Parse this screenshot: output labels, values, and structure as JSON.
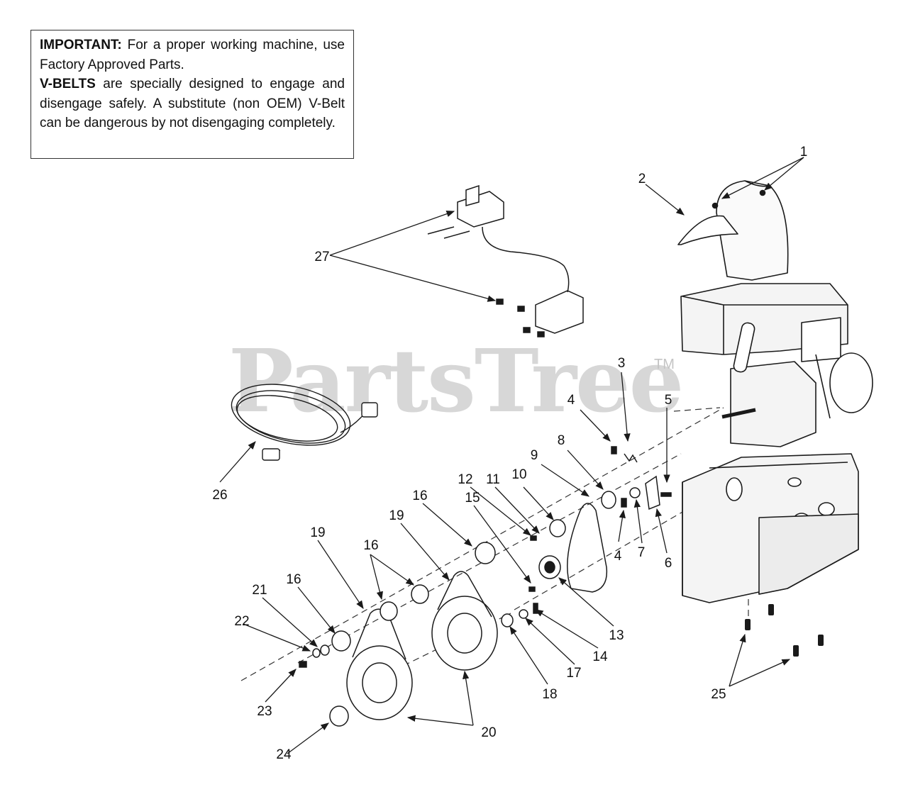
{
  "notice": {
    "important_label": "IMPORTANT:",
    "important_text": " For a proper working machine, use Factory Approved Parts.",
    "vbelts_label": "V-BELTS",
    "vbelts_text": " are specially designed to engage and disengage safely. A substitute (non OEM) V-Belt can be dangerous by not disengaging completely."
  },
  "watermark": {
    "brand": "PartsTree",
    "trademark": "TM"
  },
  "callouts": [
    {
      "number": "1"
    },
    {
      "number": "2"
    },
    {
      "number": "3"
    },
    {
      "number": "4"
    },
    {
      "number": "5"
    },
    {
      "number": "8"
    },
    {
      "number": "9"
    },
    {
      "number": "10"
    },
    {
      "number": "11"
    },
    {
      "number": "12"
    },
    {
      "number": "16"
    },
    {
      "number": "15"
    },
    {
      "number": "19"
    },
    {
      "number": "4"
    },
    {
      "number": "7"
    },
    {
      "number": "6"
    },
    {
      "number": "16"
    },
    {
      "number": "19"
    },
    {
      "number": "16"
    },
    {
      "number": "21"
    },
    {
      "number": "22"
    },
    {
      "number": "13"
    },
    {
      "number": "14"
    },
    {
      "number": "17"
    },
    {
      "number": "18"
    },
    {
      "number": "20"
    },
    {
      "number": "23"
    },
    {
      "number": "24"
    },
    {
      "number": "25"
    },
    {
      "number": "26"
    },
    {
      "number": "27"
    }
  ],
  "colors": {
    "line": "#1a1a1a",
    "watermark": "#cccccc",
    "housing": "#f4f4f4"
  }
}
